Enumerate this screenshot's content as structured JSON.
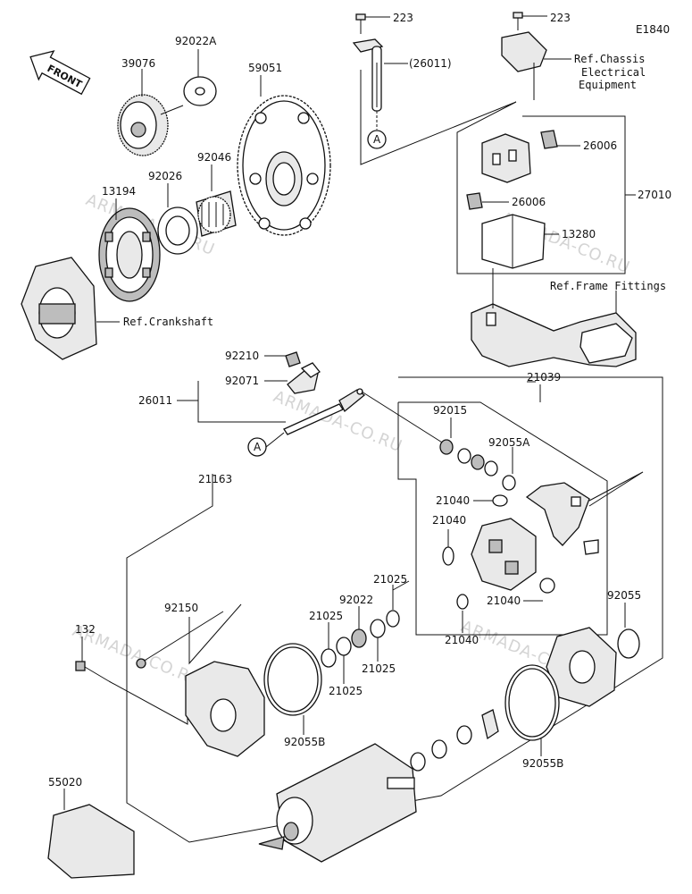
{
  "diagram_code": "E1840",
  "front_label": "FRONT",
  "watermark": "ARMADA-CO.RU",
  "callout_letter": "A",
  "parts": {
    "p223a": "223",
    "p223b": "223",
    "p26011a": "(26011)",
    "ref_chassis_1": "Ref.Chassis",
    "ref_chassis_2": "Electrical",
    "ref_chassis_3": "Equipment",
    "p92022a": "92022A",
    "p39076": "39076",
    "p59051": "59051",
    "p26006a": "26006",
    "p26006b": "26006",
    "p27010": "27010",
    "p13280": "13280",
    "p92046": "92046",
    "p92026": "92026",
    "p13194": "13194",
    "ref_frame": "Ref.Frame Fittings",
    "ref_crank": "Ref.Crankshaft",
    "p92210": "92210",
    "p92071": "92071",
    "p26011b": "26011",
    "p21039": "21039",
    "p92015": "92015",
    "p92055a": "92055A",
    "p21040a": "21040",
    "p21040b": "21040",
    "p21040c": "21040",
    "p21040d": "21040",
    "p21163": "21163",
    "p21025a": "21025",
    "p21025b": "21025",
    "p21025c": "21025",
    "p21025d": "21025",
    "p92022": "92022",
    "p92150": "92150",
    "p132": "132",
    "p92055": "92055",
    "p92055b1": "92055B",
    "p92055b2": "92055B",
    "p55020": "55020"
  }
}
